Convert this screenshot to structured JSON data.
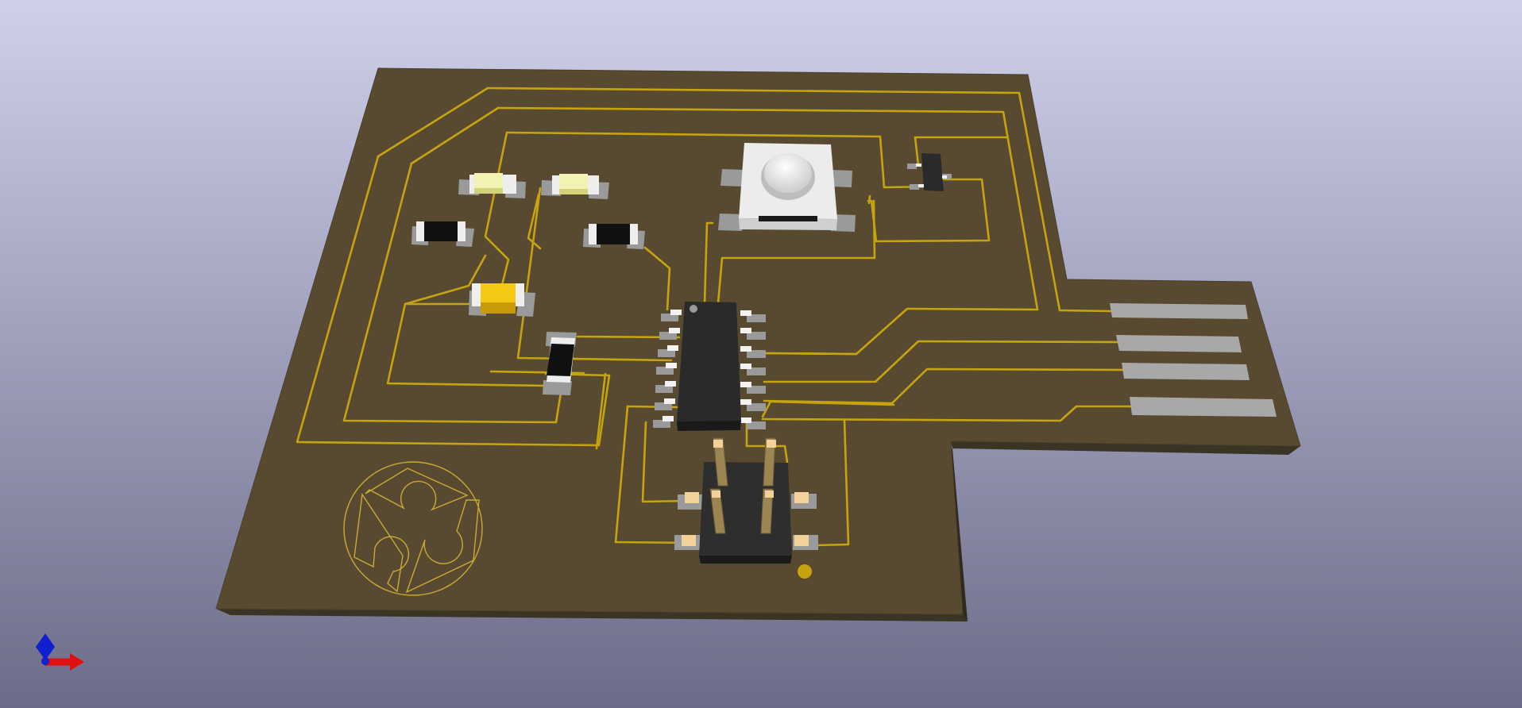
{
  "app": {
    "view": "3D Viewer",
    "background_top": "#cfd0ea",
    "background_bottom": "#6c6c88"
  },
  "board": {
    "substrate_color": "#574a30",
    "edge_color": "#3a3424",
    "copper_color": "#c7a40f",
    "silkscreen_color": "#c9aa35",
    "pad_color": "#9a9a9a"
  },
  "components": {
    "leds": [
      "led-1",
      "led-2"
    ],
    "resistors": [
      "resistor-1",
      "resistor-2",
      "resistor-vertical"
    ],
    "capacitor": "capacitor-yellow",
    "button": "tactile-switch",
    "ic": "soic-16-chip",
    "transistor": "sot-23",
    "header": "2x3-pin-header",
    "usb_contacts": 4
  },
  "axes": {
    "x_color": "#e01010",
    "y_color": "#10a010",
    "z_color": "#1020d0"
  }
}
